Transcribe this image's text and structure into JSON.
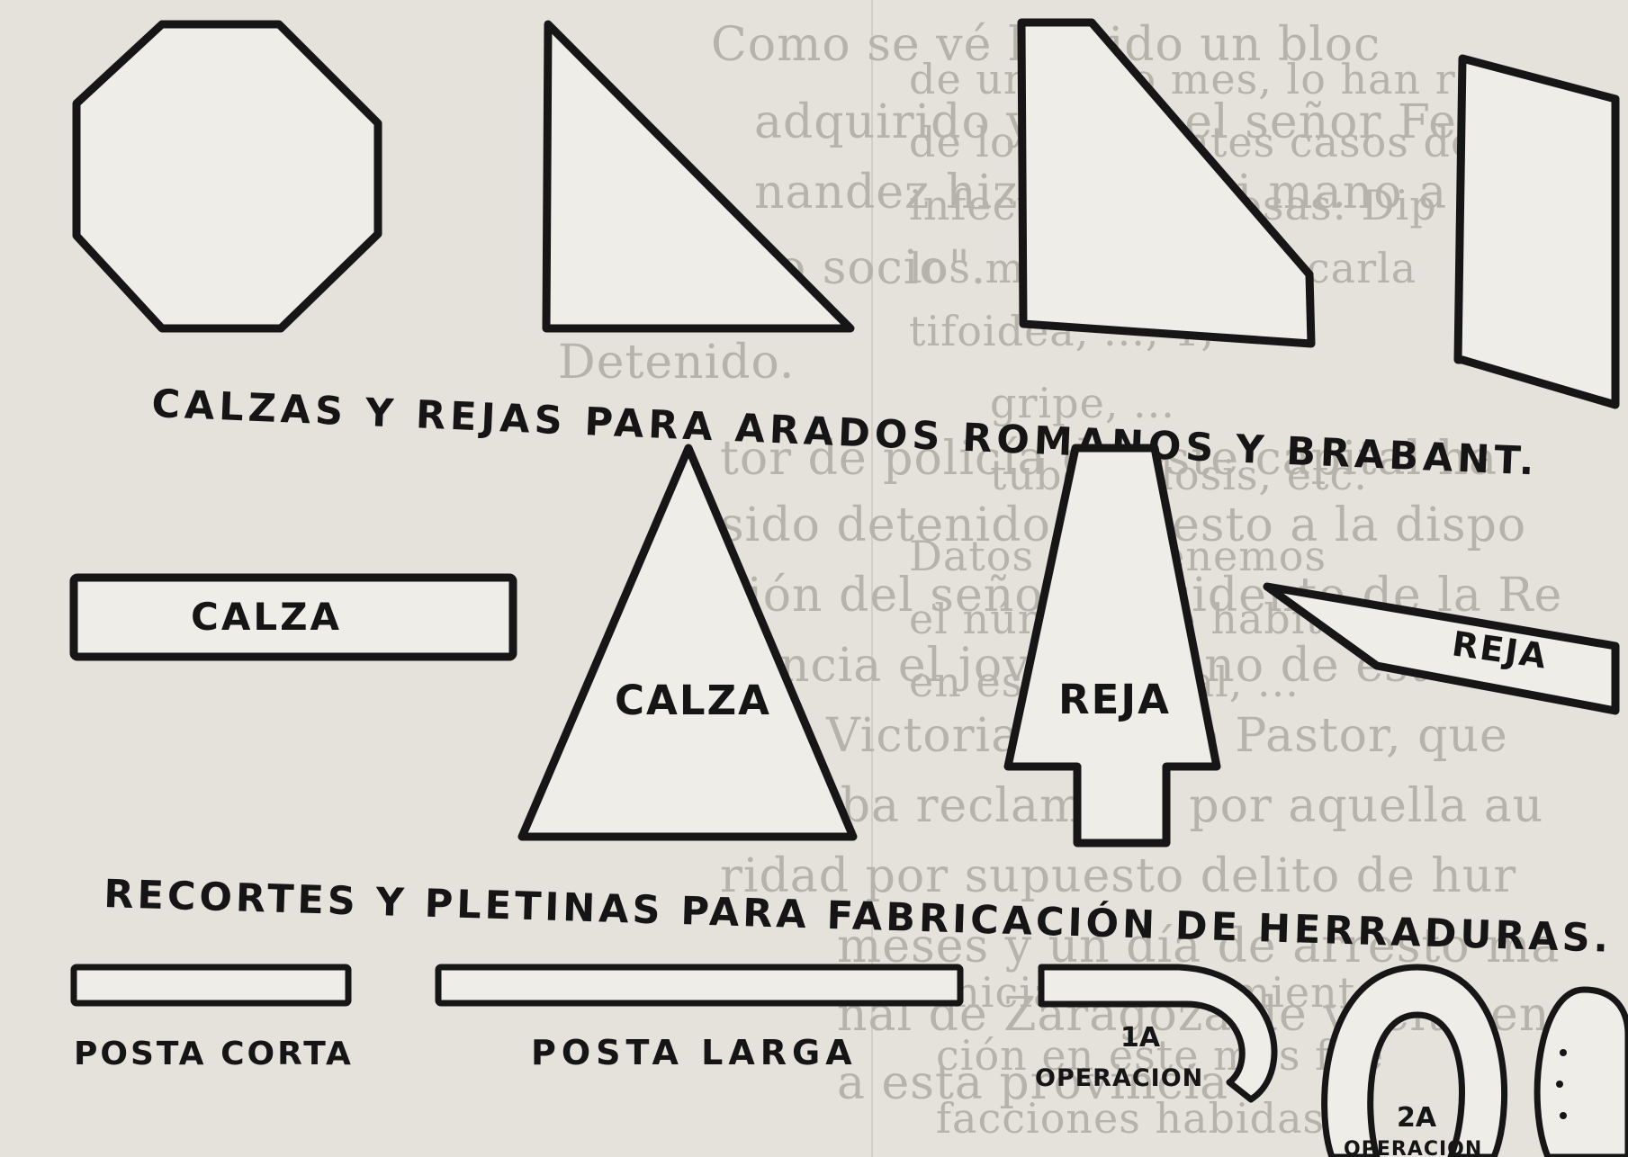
{
  "figure": {
    "caption_top": "CALZAS Y REJAS PARA ARADOS ROMANOS Y BRABANT.",
    "caption_bottom": "RECORTES Y PLETINAS PARA FABRICACIÓN DE HERRADURAS.",
    "labels": {
      "calza_bar": "CALZA",
      "calza_triangle": "CALZA",
      "reja_arrow": "REJA",
      "reja_slant": "REJA",
      "posta_corta": "POSTA CORTA",
      "posta_larga": "POSTA LARGA",
      "op1_num": "1A",
      "op1_word": "OPERACION",
      "op2_num": "2A",
      "op2_word": "OPERACION"
    }
  },
  "background_text": {
    "lines": [
      "Como se vé ha sido un bloc",
      "adquirido ya que el señor Fe",
      "nandez hizo, Con mi mano a",
      "ro socio\".",
      "Detenido.",
      "tor de policía de este capital ha",
      "sido detenido y puesto a la dispo",
      "ción del señor Presidente de la Re",
      "dencia el joven vecino de esta c",
      "dad Victoriano Alejo Pastor, que",
      "hallaba reclamado por aquella au",
      "ridad por supuesto delito de hur",
      "meses y un día de arresto ma",
      "nal de Zaragoza de vuelta en",
      "a esta provincia"
    ],
    "right_lines": [
      "de un resto mes, lo han re",
      "de los siguientes casos de en",
      "infecto-contagiosas: Dip",
      "los meses, 100; escarla",
      "tifoidea, ..., 1;",
      "gripe, ...",
      "tuberculosis, etc.",
      "Datos que tenemos",
      "el número de habitantes",
      "en esta capital, ...",
      "Inicia el movimiento",
      "ción en este mes fué",
      "facciones habidas"
    ]
  }
}
